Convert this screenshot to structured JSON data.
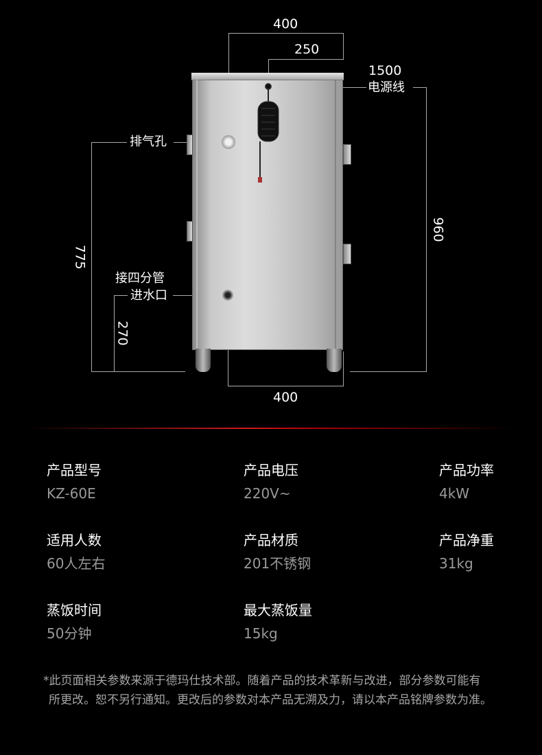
{
  "diagram": {
    "dimensions": {
      "top_width": "400",
      "inner_width": "250",
      "power_cord_length": "1500",
      "height": "960",
      "exhaust_height": "775",
      "inlet_height": "270",
      "bottom_width": "400"
    },
    "callouts": {
      "power_cord": "电源线",
      "exhaust_hole": "排气孔",
      "inlet_line1": "接四分管",
      "inlet_line2": "进水口"
    }
  },
  "specs": [
    {
      "label": "产品型号",
      "value": "KZ-60E"
    },
    {
      "label": "产品电压",
      "value": "220V~"
    },
    {
      "label": "产品功率",
      "value": "4kW"
    },
    {
      "label": "适用人数",
      "value": "60人左右"
    },
    {
      "label": "产品材质",
      "value": "201不锈钢"
    },
    {
      "label": "产品净重",
      "value": "31kg"
    },
    {
      "label": "蒸饭时间",
      "value": "50分钟"
    },
    {
      "label": "最大蒸饭量",
      "value": "15kg"
    }
  ],
  "note": {
    "line1": "*此页面相关参数来源于德玛仕技术部。随着产品的技术革新与改进，部分参数可能有",
    "line2": "所更改。恕不另行通知。更改后的参数对本产品无溯及力，请以本产品铭牌参数为准。"
  },
  "colors": {
    "background": "#000000",
    "accent": "#d61a1a",
    "value_text": "#9a9a9a"
  }
}
